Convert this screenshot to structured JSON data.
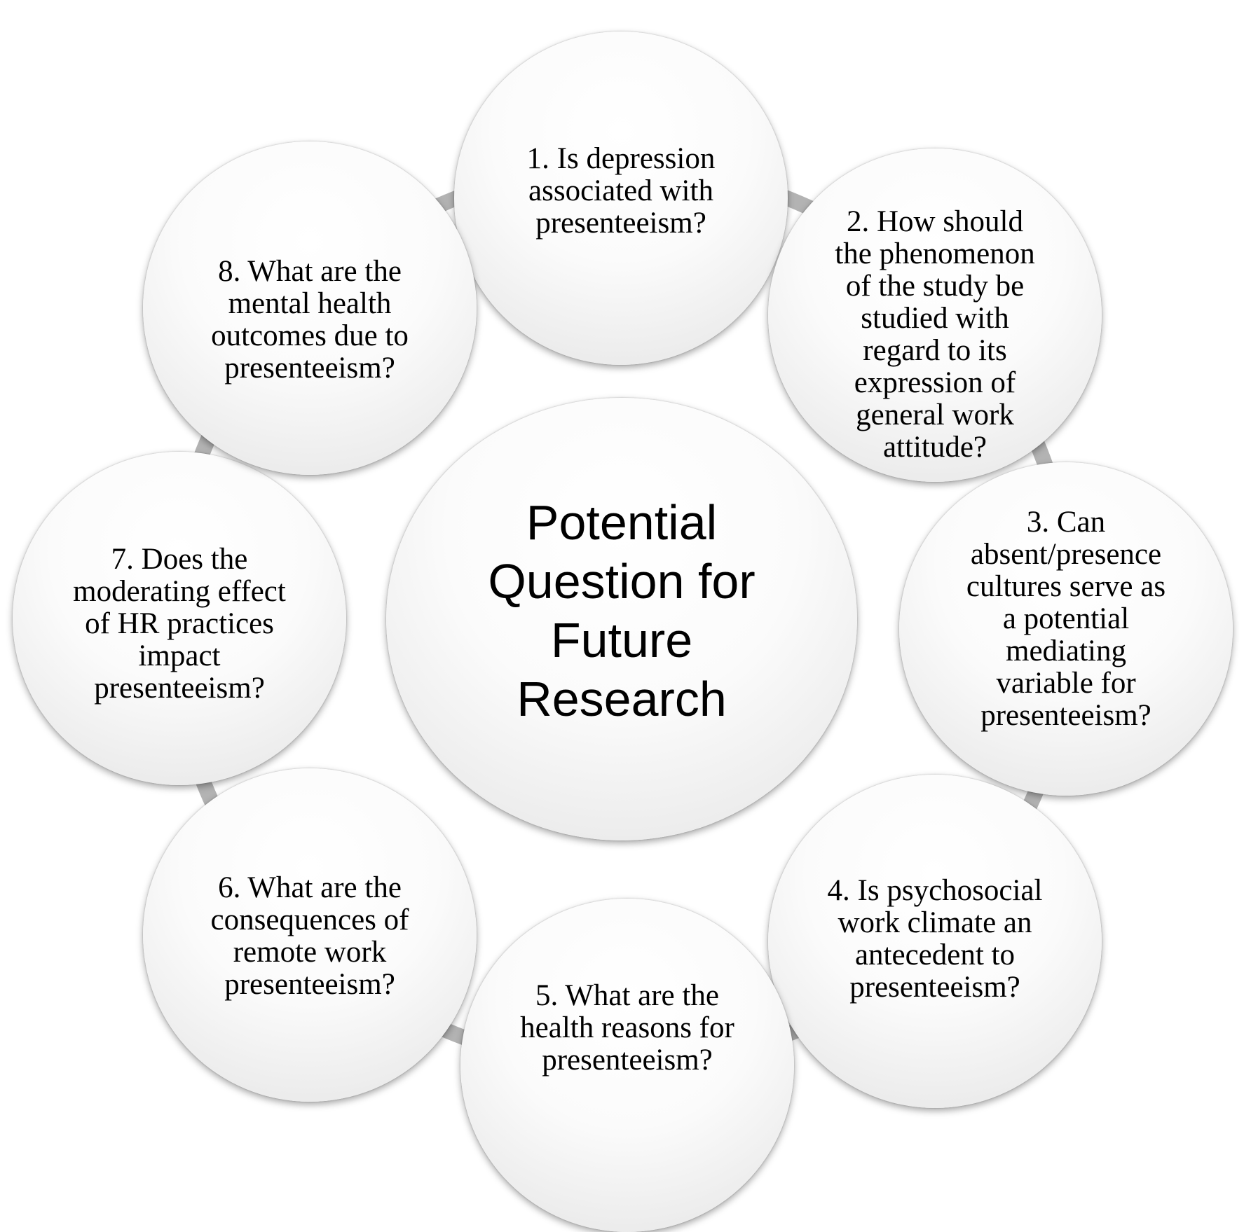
{
  "center": {
    "title": "Potential\nQuestion for\nFuture\nResearch"
  },
  "questions": [
    "1. Is depression\nassociated with\npresenteeism?",
    "2. How should\nthe phenomenon\nof the study be\nstudied with\nregard to its\nexpression of\ngeneral work\nattitude?",
    "3. Can\nabsent/presence\ncultures serve as\na potential\nmediating\nvariable for\npresenteeism?",
    "4. Is psychosocial\nwork climate an\nantecedent to\npresenteeism?",
    "5. What are the\nhealth reasons for\npresenteeism?",
    "6. What are the\nconsequences of\nremote work\npresenteeism?",
    "7. Does the\nmoderating effect\nof HR practices\nimpact\npresenteeism?",
    "8. What are the\nmental health\noutcomes due to\npresenteeism?"
  ],
  "colors": {
    "ring": "#b3b3b3",
    "text": "#000000"
  }
}
